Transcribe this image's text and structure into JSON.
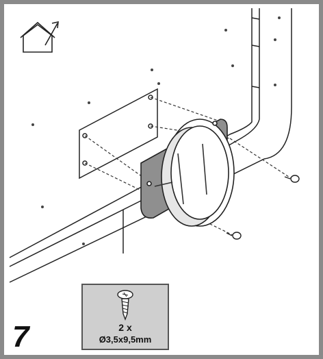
{
  "step": {
    "number": "7"
  },
  "screw_spec": {
    "quantity": "2 x",
    "size": "Ø3,5x9,5mm"
  },
  "icons": [
    "ducted-outlet-icon",
    "screw-icon"
  ],
  "colors": {
    "frame": "#8a8a8a",
    "spec_box": "#cfcfcf",
    "flange": "#8f8f8f"
  }
}
